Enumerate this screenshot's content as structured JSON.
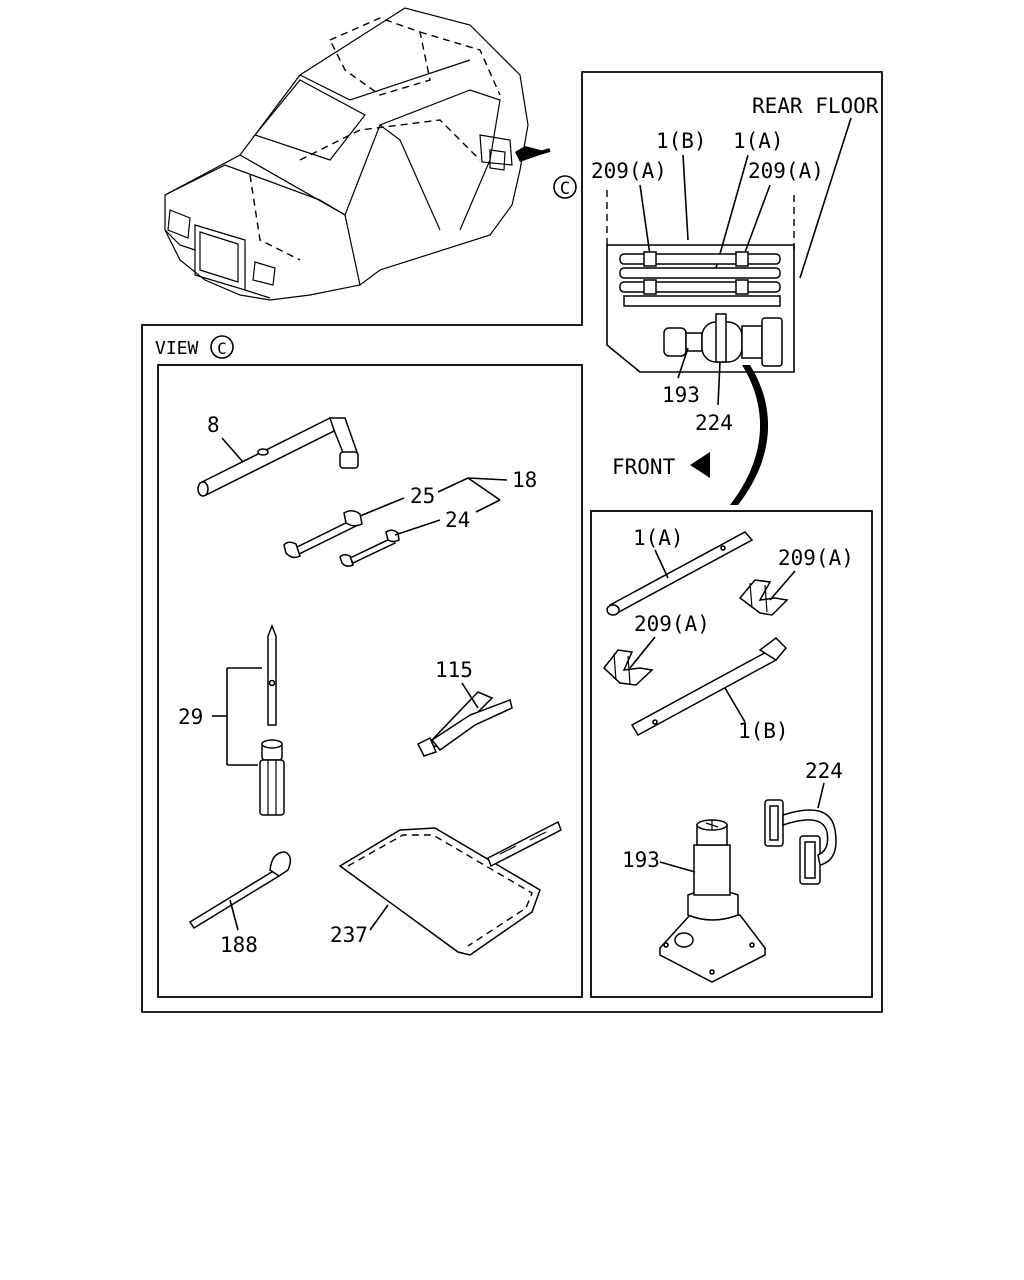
{
  "labels": {
    "rear_floor": "REAR FLOOR",
    "ref_1b_top": "1(B)",
    "ref_1a_top": "1(A)",
    "ref_209a_top_left": "209(A)",
    "ref_209a_top_right": "209(A)",
    "ref_193_top": "193",
    "ref_224_top": "224",
    "front": "FRONT",
    "view": "VIEW",
    "view_letter": "C",
    "callout_letter": "C",
    "ref_8": "8",
    "ref_18": "18",
    "ref_25": "25",
    "ref_24": "24",
    "ref_29": "29",
    "ref_115": "115",
    "ref_188": "188",
    "ref_237": "237",
    "ref_1a_detail": "1(A)",
    "ref_209a_detail_top": "209(A)",
    "ref_209a_detail_left": "209(A)",
    "ref_1b_detail": "1(B)",
    "ref_224_detail": "224",
    "ref_193_detail": "193"
  }
}
